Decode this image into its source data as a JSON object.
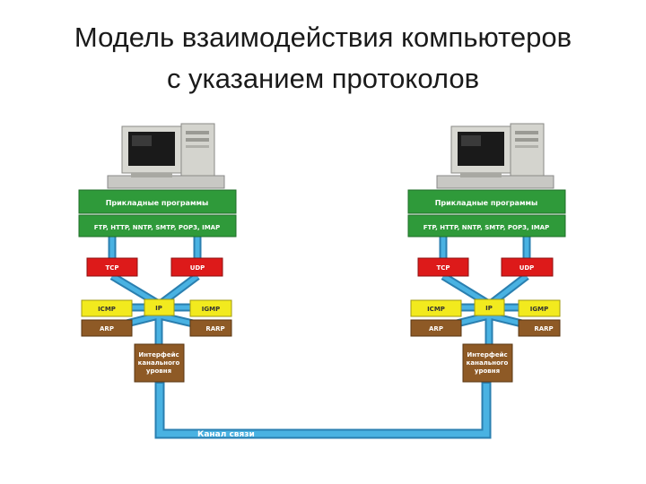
{
  "title": {
    "line1": "Модель взаимодействия компьютеров",
    "line2": "с указанием протоколов"
  },
  "stacks": [
    {
      "applications_label": "Прикладные программы",
      "app_protocols_label": "FTP, HTTP, NNTP, SMTP, POP3, IMAP",
      "tcp_label": "TCP",
      "udp_label": "UDP",
      "icmp_label": "ICMP",
      "ip_label": "IP",
      "igmp_label": "IGMP",
      "arp_label": "ARP",
      "rarp_label": "RARP",
      "link_interface_label": [
        "Интерфейс",
        "канального",
        "уровня"
      ]
    },
    {
      "applications_label": "Прикладные программы",
      "app_protocols_label": "FTP, HTTP, NNTP, SMTP, POP3, IMAP",
      "tcp_label": "TCP",
      "udp_label": "UDP",
      "icmp_label": "ICMP",
      "ip_label": "IP",
      "igmp_label": "IGMP",
      "arp_label": "ARP",
      "rarp_label": "RARP",
      "link_interface_label": [
        "Интерфейс",
        "канального",
        "уровня"
      ]
    }
  ],
  "channel_label": "Канал связи",
  "colors": {
    "green": "#2f9a3a",
    "red": "#dd1a1a",
    "yellow": "#f2ea1e",
    "brown": "#8e5a26",
    "pipe": "#49b2e2"
  }
}
